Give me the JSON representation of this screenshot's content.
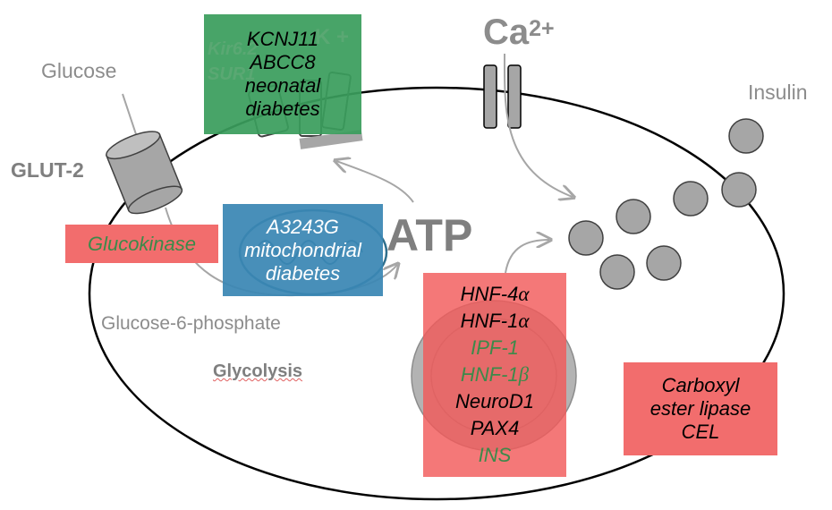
{
  "labels": {
    "glucose": "Glucose",
    "glut2": "GLUT-2",
    "calcium": "Ca",
    "calcium_sup": "2+",
    "insulin": "Insulin",
    "atp": "ATP",
    "g6p": "Glucose-6-phosphate",
    "glycolysis": "Glycolysis",
    "kir_text": "Kir6.2",
    "sur_text": "SUR1",
    "k_text": "K +"
  },
  "boxes": {
    "katp": [
      "KCNJ11",
      "ABCC8",
      "neonatal",
      "diabetes"
    ],
    "glucokinase": "Glucokinase",
    "mito": [
      "A3243G",
      "mitochondrial",
      "diabetes"
    ],
    "nucleus": {
      "hnf4_prefix": "HNF-4",
      "hnf4_greek": "α",
      "hnf1a_prefix": "HNF-1",
      "hnf1a_greek": "α",
      "ipf1": "IPF-1",
      "hnf1b_prefix": "HNF-1",
      "hnf1b_greek": "β",
      "neurod1": "NeuroD1",
      "pax4": "PAX4",
      "ins": "INS"
    },
    "cel": [
      "Carboxyl",
      "ester lipase",
      "CEL"
    ]
  },
  "colors": {
    "green_box": "#3a9d5d",
    "blue_box": "#3a86b4",
    "red_box": "#f26d6d",
    "green_text": "#3c8a4a",
    "gray_label": "#8c8c8c",
    "dark_gray": "#7f7f7f",
    "shape_fill": "#a6a6a6"
  }
}
